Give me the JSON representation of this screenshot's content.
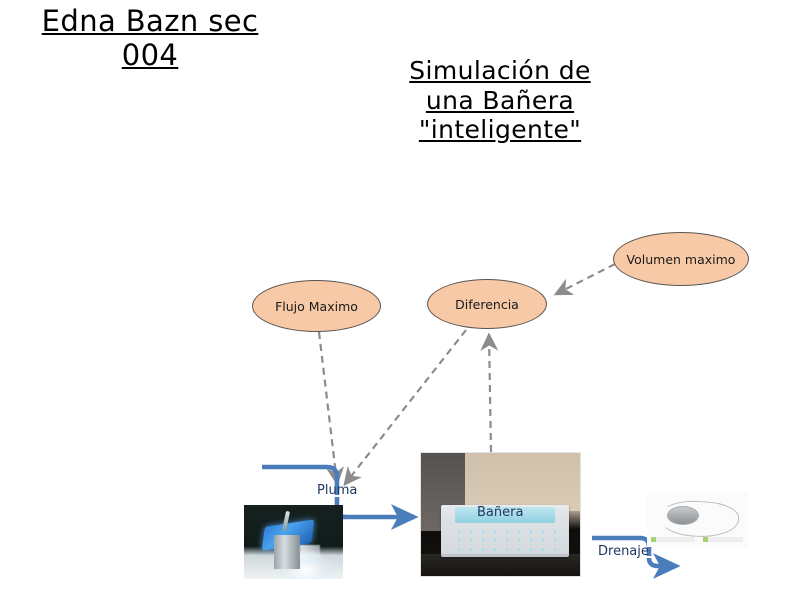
{
  "slide": {
    "background_color": "#ffffff",
    "author_heading": "Edna Bazn sec\n004",
    "main_title": "Simulación de\nuna Bañera\n\"inteligente\""
  },
  "colors": {
    "node_fill": "#F8C9A7",
    "node_border": "#595652",
    "dashed_connector": "#8c8c8c",
    "blue_arrow": "#4A7EBB",
    "label_text": "#1f3864",
    "heading_text": "#000000"
  },
  "nodes": [
    {
      "id": "flujo-maximo",
      "label": "Flujo Maximo"
    },
    {
      "id": "diferencia",
      "label": "Diferencia"
    },
    {
      "id": "volumen-maximo",
      "label": "Volumen maximo"
    }
  ],
  "photos": [
    {
      "id": "pluma",
      "label": "Pluma",
      "alt": "faucet-photo"
    },
    {
      "id": "banera",
      "label": "Bañera",
      "alt": "bathtub-photo"
    },
    {
      "id": "drenaje",
      "label": "Drenaje",
      "alt": "drain-photo"
    }
  ],
  "connectors": [
    {
      "from": "volumen-maximo",
      "to": "diferencia",
      "style": "dashed",
      "arrow": true
    },
    {
      "from": "flujo-maximo",
      "to": "pluma",
      "style": "dashed",
      "arrow": true
    },
    {
      "from": "diferencia",
      "to": "pluma",
      "style": "dashed",
      "arrow": true
    },
    {
      "from": "banera",
      "to": "diferencia",
      "style": "dashed",
      "arrow": true
    },
    {
      "from": "pluma",
      "to": "banera",
      "style": "solid-blue",
      "arrow": true
    },
    {
      "from": "banera",
      "to": "drenaje",
      "style": "solid-blue",
      "arrow": true
    }
  ]
}
